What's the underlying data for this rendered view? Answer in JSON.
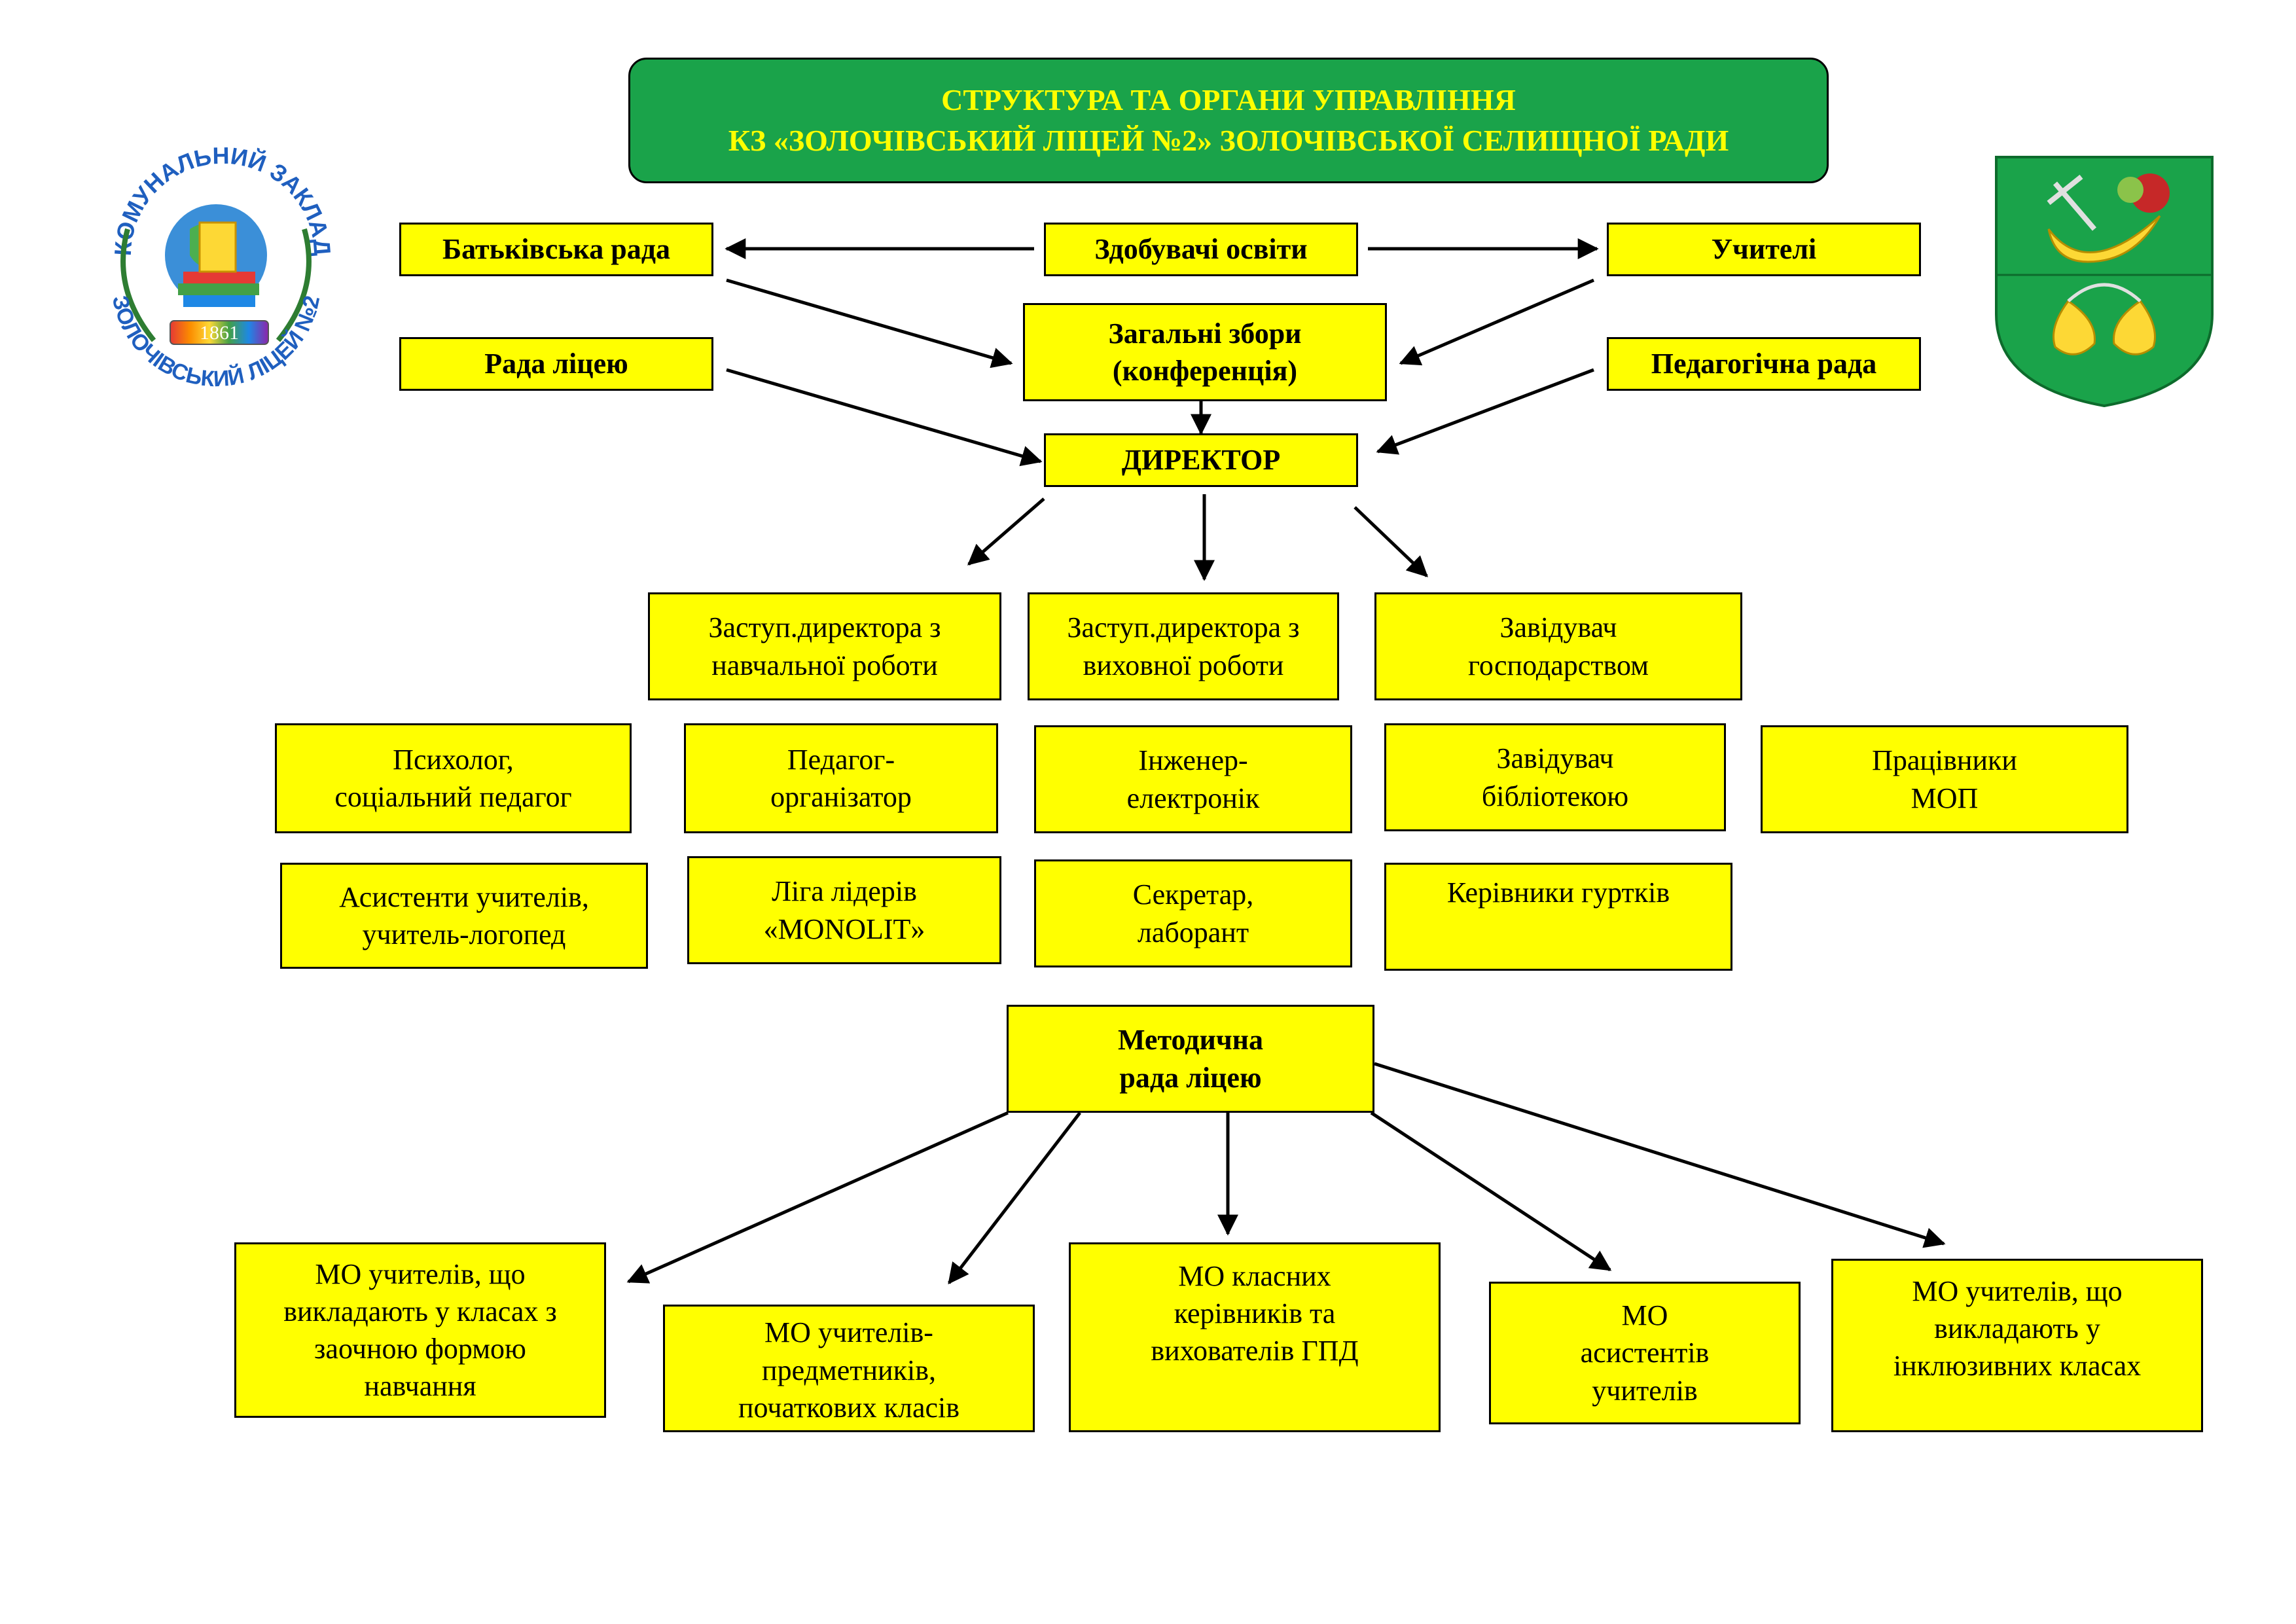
{
  "title": {
    "line1": "СТРУКТУРА ТА ОРГАНИ УПРАВЛІННЯ",
    "line2": "КЗ «ЗОЛОЧІВСЬКИЙ ЛІЦЕЙ №2» ЗОЛОЧІВСЬКОЇ СЕЛИЩНОЇ РАДИ"
  },
  "logo": {
    "arc_top": "КОМУНАЛЬНИЙ ЗАКЛАД",
    "arc_bottom": "ЗОЛОЧІВСЬКИЙ ЛІЦЕЙ №2",
    "year": "1861"
  },
  "colors": {
    "box_fill": "#ffff00",
    "title_fill": "#1aa34a",
    "title_text": "#ffff00",
    "coat_of_arms": "#1aa34a"
  },
  "nodes": {
    "parents_council": "Батьківська рада",
    "students": "Здобувачі освіти",
    "teachers": "Учителі",
    "general_meeting_l1": "Загальні збори",
    "general_meeting_l2": "(конференція)",
    "lyceum_council": "Рада ліцею",
    "pedagogical_council": "Педагогічна рада",
    "director": "ДИРЕКТОР",
    "deputy_academic_l1": "Заступ.директора з",
    "deputy_academic_l2": "навчальної роботи",
    "deputy_upbringing_l1": "Заступ.директора з",
    "deputy_upbringing_l2": "виховної роботи",
    "head_household_l1": "Завідувач",
    "head_household_l2": "господарством",
    "psychologist_l1": "Психолог,",
    "psychologist_l2": "соціальний педагог",
    "organizer_l1": "Педагог-",
    "organizer_l2": "організатор",
    "engineer_l1": "Інженер-",
    "engineer_l2": "електронік",
    "librarian_l1": "Завідувач",
    "librarian_l2": "бібліотекою",
    "mop_l1": "Працівники",
    "mop_l2": "МОП",
    "assistants_l1": "Асистенти учителів,",
    "assistants_l2": "учитель-логопед",
    "leaders_l1": "Ліга лідерів",
    "leaders_l2": "«MONOLIT»",
    "secretary_l1": "Секретар,",
    "secretary_l2": "лаборант",
    "club_leaders": "Керівники гуртків",
    "methodical_l1": "Методична",
    "methodical_l2": "рада ліцею",
    "mo_correspondence_l1": "МО учителів, що",
    "mo_correspondence_l2": "викладають у класах з",
    "mo_correspondence_l3": "заочною формою",
    "mo_correspondence_l4": "навчання",
    "mo_subject_l1": "МО учителів-",
    "mo_subject_l2": "предметників,",
    "mo_subject_l3": "початкових класів",
    "mo_class_l1": "МО класних",
    "mo_class_l2": "керівників та",
    "mo_class_l3": "вихователів ГПД",
    "mo_assistants_l1": "МО",
    "mo_assistants_l2": "асистентів",
    "mo_assistants_l3": "учителів",
    "mo_inclusive_l1": "МО учителів, що",
    "mo_inclusive_l2": "викладають у",
    "mo_inclusive_l3": "інклюзивних класах"
  }
}
